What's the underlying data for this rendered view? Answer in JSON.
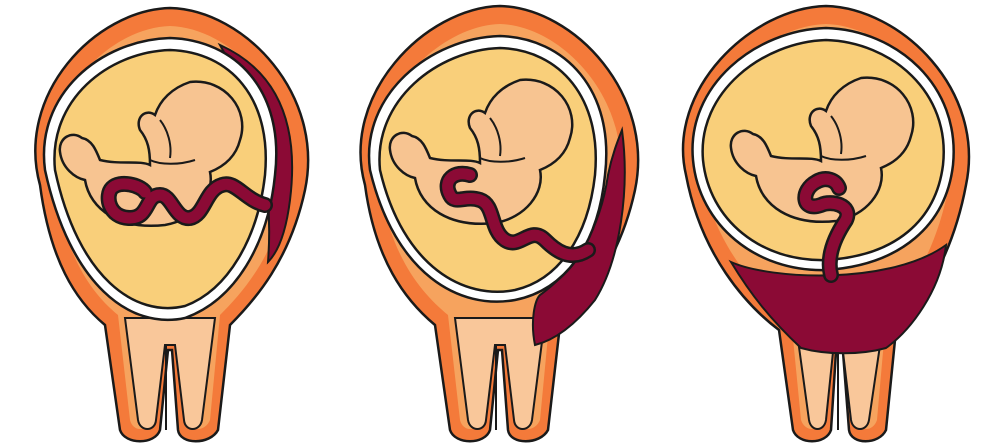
{
  "image": {
    "background": "#ffffff",
    "palette": {
      "uterus_outer": "#f47a3a",
      "uterus_inner": "#f6a35e",
      "cervix": "#f9c79a",
      "amniotic_sac": "#f9cf7a",
      "fetus": "#f7c491",
      "placenta_cord": "#8b0a35",
      "outline": "#1a1a1a"
    }
  },
  "panels": [
    {
      "id": "panel-1",
      "placenta_position": "fundal-right-side"
    },
    {
      "id": "panel-2",
      "placenta_position": "low-lying-lateral"
    },
    {
      "id": "panel-3",
      "placenta_position": "covering-cervix"
    }
  ]
}
